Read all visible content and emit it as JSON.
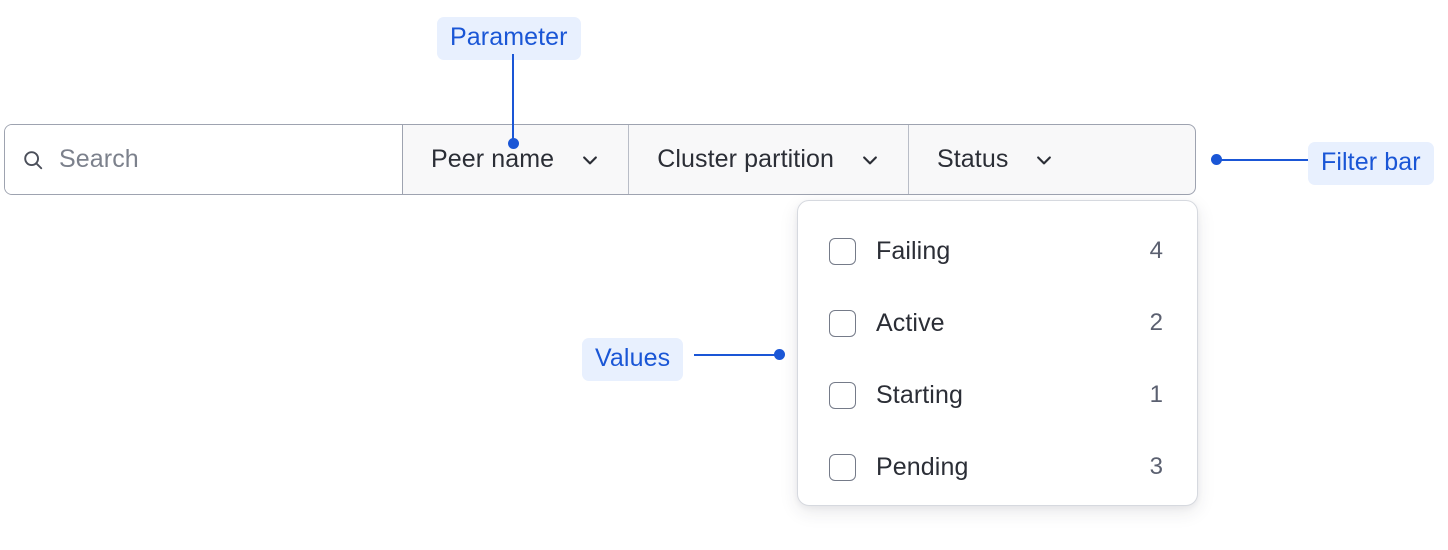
{
  "search": {
    "icon": "search-icon",
    "placeholder": "Search",
    "value": ""
  },
  "filter_bar": {
    "filters": [
      {
        "label": "Peer name",
        "icon": "chevron-down-icon"
      },
      {
        "label": "Cluster partition",
        "icon": "chevron-down-icon"
      },
      {
        "label": "Status",
        "icon": "chevron-down-icon"
      }
    ]
  },
  "status_dropdown": {
    "open": true,
    "options": [
      {
        "label": "Failing",
        "count": "4",
        "checked": false
      },
      {
        "label": "Active",
        "count": "2",
        "checked": false
      },
      {
        "label": "Starting",
        "count": "1",
        "checked": false
      },
      {
        "label": "Pending",
        "count": "3",
        "checked": false
      }
    ]
  },
  "annotations": {
    "parameter": "Parameter",
    "filter_bar": "Filter bar",
    "values": "Values"
  },
  "colors": {
    "annotation_text": "#1a56d6",
    "annotation_bg": "#e8f0fe",
    "bar_border": "#9ea3b0",
    "filter_bg": "#f8f8f9",
    "text_primary": "#2b2e36",
    "text_muted": "#5b6070",
    "placeholder": "#7c818c"
  }
}
